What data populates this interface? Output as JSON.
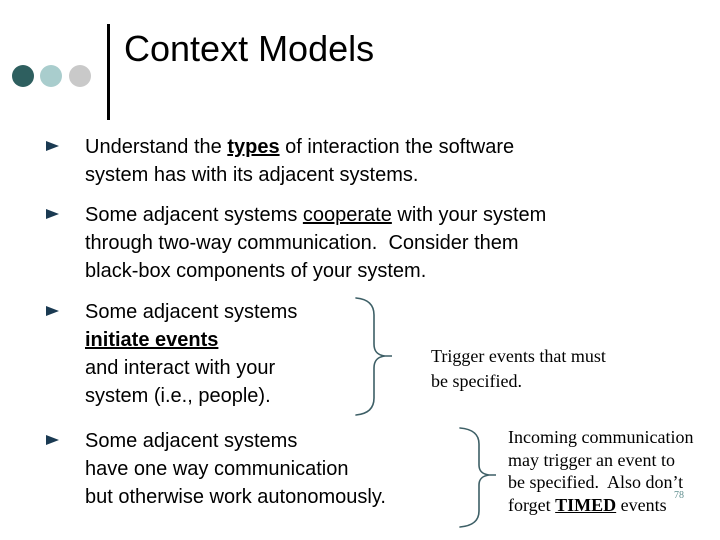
{
  "title": "Context Models",
  "slide_number": "78",
  "colors": {
    "background": "#FFFFFF",
    "text": "#000000",
    "accent_dark_teal": "#2E5F5F",
    "accent_light_teal": "#A9CDCD",
    "accent_gray": "#C9C9C9",
    "bullet_arrow": "#1A3A52",
    "brace": "#3D5F66",
    "slide_number": "#5F8E8E"
  },
  "bullets": [
    {
      "segments": [
        {
          "t": "Understand the ",
          "s": "normal"
        },
        {
          "t": "types",
          "s": "bold-underline"
        },
        {
          "t": " of interaction the software\nsystem has with its adjacent systems.",
          "s": "normal"
        }
      ]
    },
    {
      "segments": [
        {
          "t": "Some adjacent systems ",
          "s": "normal"
        },
        {
          "t": "cooperate",
          "s": "underline"
        },
        {
          "t": " with your system\nthrough two-way communication.  Consider them\nblack-box components of your system.",
          "s": "normal"
        }
      ]
    },
    {
      "segments": [
        {
          "t": "Some adjacent systems\n",
          "s": "normal"
        },
        {
          "t": "initiate events",
          "s": "bold-underline"
        },
        {
          "t": "\nand interact with your\nsystem (i.e., people).",
          "s": "normal"
        }
      ]
    },
    {
      "segments": [
        {
          "t": "Some adjacent systems\nhave one way communication\nbut otherwise work autonomously.",
          "s": "normal"
        }
      ]
    }
  ],
  "annotations": [
    {
      "segments": [
        {
          "t": "Trigger events that must\nbe specified.",
          "s": "normal"
        }
      ]
    },
    {
      "segments": [
        {
          "t": "Incoming communication\nmay trigger an event to\nbe specified.  Also don’t\nforget ",
          "s": "normal"
        },
        {
          "t": "TIMED",
          "s": "bold-underline"
        },
        {
          "t": " events",
          "s": "normal"
        }
      ]
    }
  ]
}
